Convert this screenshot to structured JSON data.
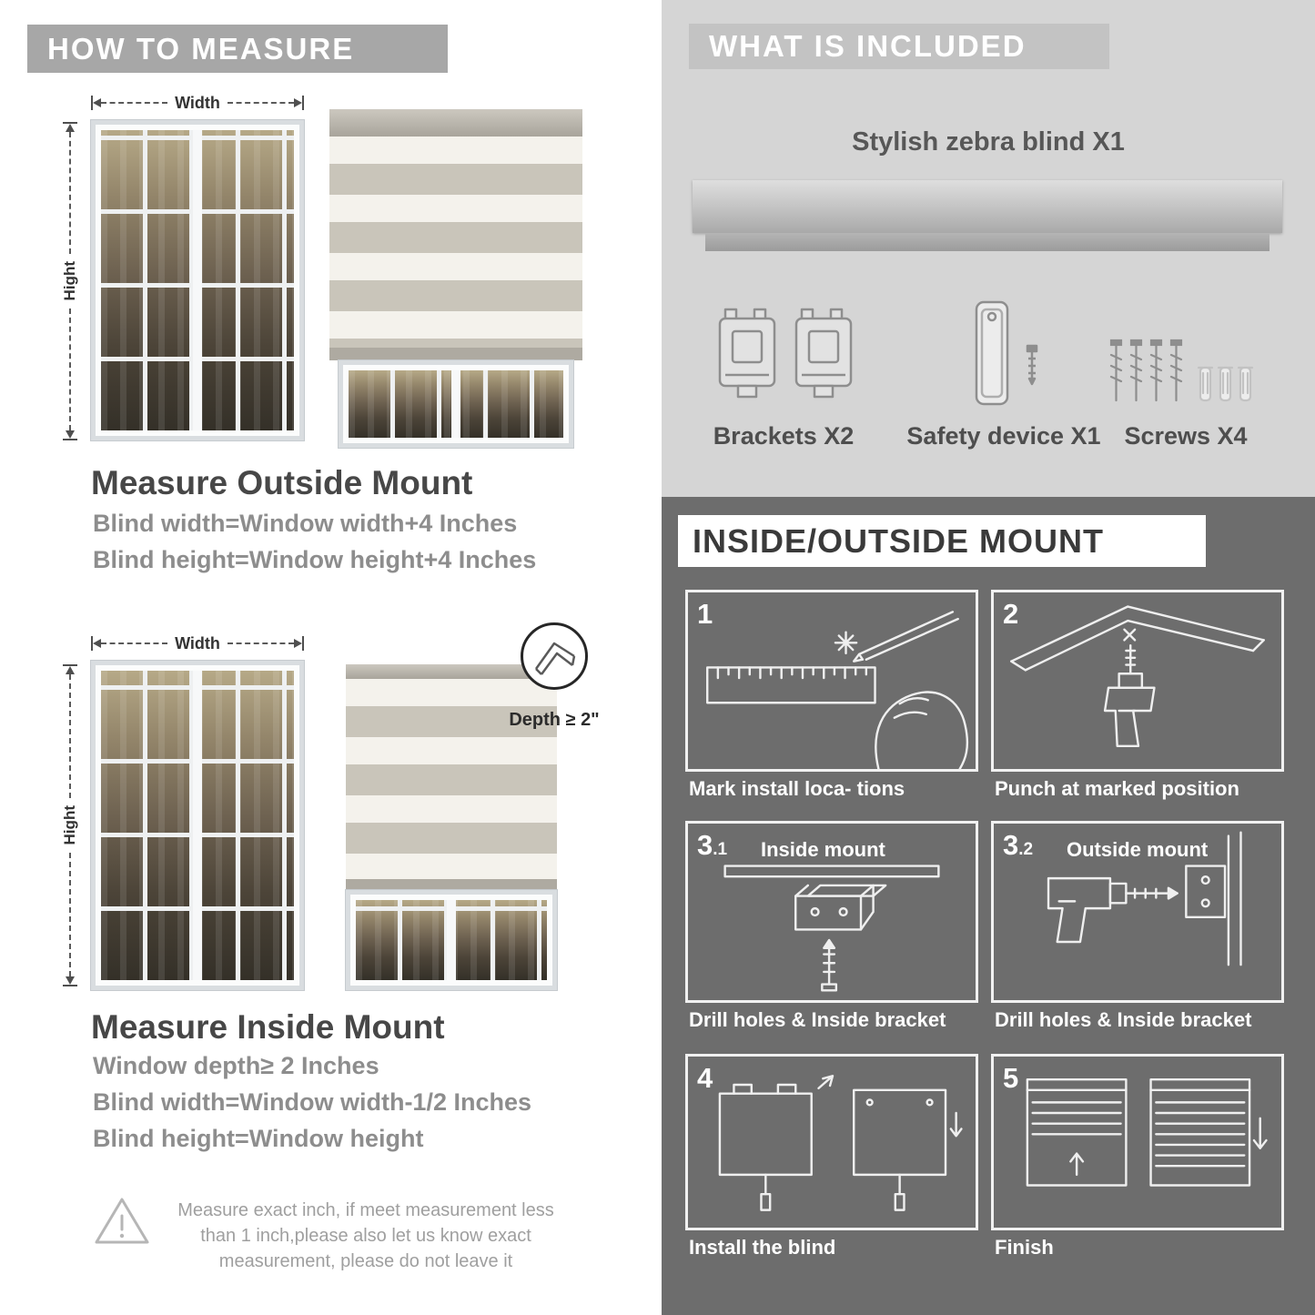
{
  "colors": {
    "banner_gray": "#a7a7a7",
    "included_bg": "#d5d5d5",
    "included_banner": "#c3c3c3",
    "mount_bg": "#6d6d6d",
    "heading_text": "#474747",
    "formula_text": "#8d8d8d",
    "blind_stripe_gray": "#c9c5ba",
    "blind_stripe_light": "#f4f2ec"
  },
  "left": {
    "header": "HOW TO MEASURE",
    "outside": {
      "width_label": "Width",
      "height_label": "Hight",
      "title": "Measure Outside Mount",
      "line1": "Blind width=Window width+4 Inches",
      "line2": "Blind height=Window height+4 Inches"
    },
    "inside": {
      "width_label": "Width",
      "height_label": "Hight",
      "depth_label": "Depth ≥ 2\"",
      "title": "Measure Inside Mount",
      "line1": "Window depth≥ 2 Inches",
      "line2": "Blind width=Window width-1/2 Inches",
      "line3": "Blind height=Window height"
    },
    "warning": {
      "text": "Measure exact inch, if meet measurement less than 1 inch,please also let us know exact measurement, please do not leave it"
    }
  },
  "included": {
    "header": "WHAT IS INCLUDED",
    "product": "Stylish zebra blind X1",
    "items": [
      {
        "label": "Brackets X2"
      },
      {
        "label": "Safety device X1"
      },
      {
        "label": "Screws X4"
      }
    ]
  },
  "mount": {
    "header": "INSIDE/OUTSIDE MOUNT",
    "steps": [
      {
        "num": "1",
        "num_suffix": "",
        "label": "",
        "caption": "Mark install loca- tions"
      },
      {
        "num": "2",
        "num_suffix": "",
        "label": "",
        "caption": "Punch at  marked position"
      },
      {
        "num": "3",
        "num_suffix": ".1",
        "label": "Inside mount",
        "caption": "Drill holes &  Inside bracket"
      },
      {
        "num": "3",
        "num_suffix": ".2",
        "label": "Outside mount",
        "caption": "Drill holes &  Inside bracket"
      },
      {
        "num": "4",
        "num_suffix": "",
        "label": "",
        "caption": "Install the blind"
      },
      {
        "num": "5",
        "num_suffix": "",
        "label": "",
        "caption": "Finish"
      }
    ]
  }
}
